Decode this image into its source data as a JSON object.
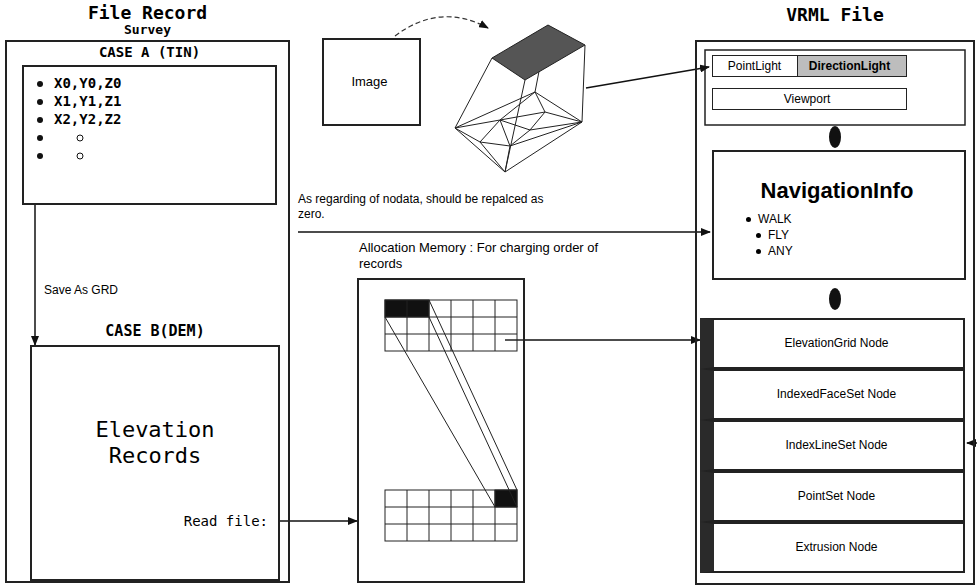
{
  "diagram": {
    "nodes": [
      {
        "text": [
          "File Record",
          "Survey"
        ]
      },
      {
        "text": [
          "CASE A (TIN)",
          "X0,Y0,Z0",
          "X1,Y1,Z1",
          "X2,Y2,Z2"
        ],
        "in": 0
      },
      {
        "text": [
          "CASE B(DEM)",
          "Elevation Records",
          "Read file:"
        ],
        "in": 0
      },
      {
        "text": [
          "Image"
        ]
      },
      {
        "text": [
          "Allocation Memory : For charging order of records"
        ]
      },
      {
        "text": [
          "VRML File"
        ]
      },
      {
        "text": [
          "PointLight"
        ],
        "in": 5
      },
      {
        "text": [
          "DirectionLight"
        ],
        "in": 5
      },
      {
        "text": [
          "Viewport"
        ],
        "in": 5
      },
      {
        "text": [
          "NavigationInfo",
          "WALK",
          "FLY",
          "ANY"
        ],
        "in": 5
      },
      {
        "text": [
          "ElevationGrid Node"
        ],
        "in": 5
      },
      {
        "text": [
          "IndexedFaceSet Node"
        ],
        "in": 5
      },
      {
        "text": [
          "IndexLineSet Node"
        ],
        "in": 5
      },
      {
        "text": [
          "PointSet Node"
        ],
        "in": 5
      },
      {
        "text": [
          "Extrusion Node"
        ],
        "in": 5
      }
    ],
    "edges": [
      {
        "from": 1,
        "to": 2,
        "label": "Save As GRD",
        "arrow": "to"
      },
      {
        "from": 2,
        "to": 4,
        "arrow": "to"
      },
      {
        "from": 4,
        "to": 10,
        "arrow": "to"
      }
    ],
    "labels": [
      "As regarding of nodata, should be repalced as zero."
    ]
  }
}
